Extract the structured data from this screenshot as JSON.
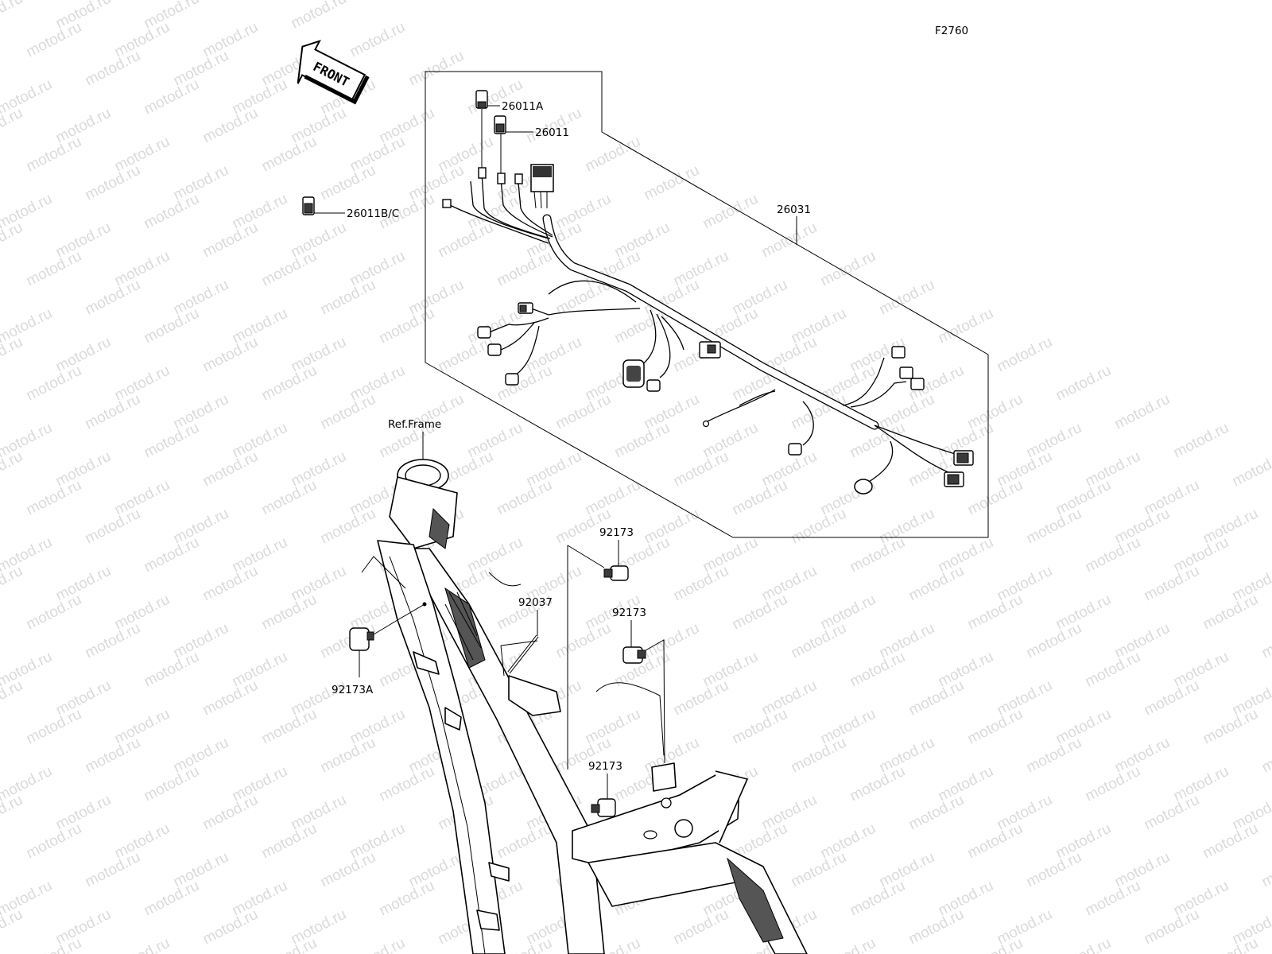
{
  "diagram_id": "F2760",
  "front_label": "FRONT",
  "ref_frame": "Ref.Frame",
  "watermark": "motod.ru",
  "parts": {
    "p26011A": "26011A",
    "p26011": "26011",
    "p26011BC": "26011B/C",
    "p26031": "26031",
    "p92173_top": "92173",
    "p92037": "92037",
    "p92173_mid": "92173",
    "p92173A": "92173A",
    "p92173_bottom": "92173"
  }
}
